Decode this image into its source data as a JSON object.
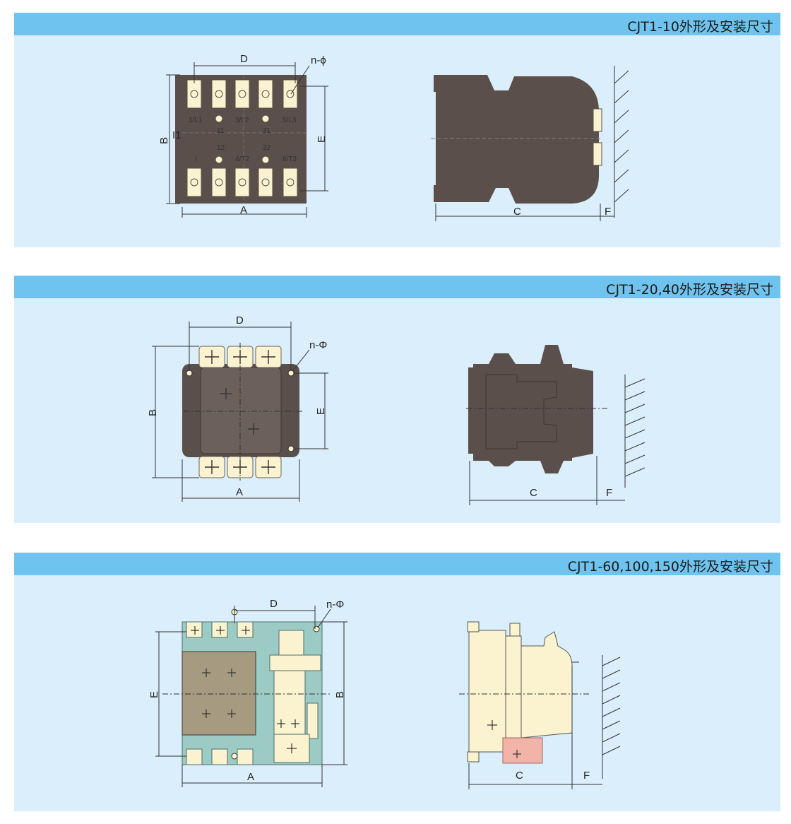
{
  "panels": [
    {
      "title": "CJT1-10外形及安装尺寸",
      "front": {
        "dims": [
          "D",
          "n-ϕ",
          "B",
          "I1",
          "E",
          "A"
        ],
        "terminals_top": [
          "1/L1",
          "3/L2",
          "5/L3"
        ],
        "terminals_bottom": [
          "/",
          "4/T2",
          "6/T3"
        ],
        "aux": [
          "11",
          "31",
          "12",
          "32"
        ]
      },
      "side": {
        "dims": [
          "C",
          "F"
        ]
      }
    },
    {
      "title": "CJT1-20,40外形及安装尺寸",
      "front": {
        "dims": [
          "D",
          "n-Φ",
          "B",
          "E",
          "A"
        ]
      },
      "side": {
        "dims": [
          "C",
          "F"
        ]
      }
    },
    {
      "title": "CJT1-60,100,150外形及安装尺寸",
      "front": {
        "dims": [
          "D",
          "n-Φ",
          "E",
          "B",
          "A"
        ]
      },
      "side": {
        "dims": [
          "C",
          "F"
        ]
      }
    }
  ],
  "colors": {
    "panel_bg": "#dbeefb",
    "header": "#6fc4ef",
    "body_dark": "#5a4f4a",
    "terminal": "#fbf3cf",
    "khaki": "#a69a80",
    "teal": "#9ccac4",
    "pink": "#f2b3a8"
  }
}
